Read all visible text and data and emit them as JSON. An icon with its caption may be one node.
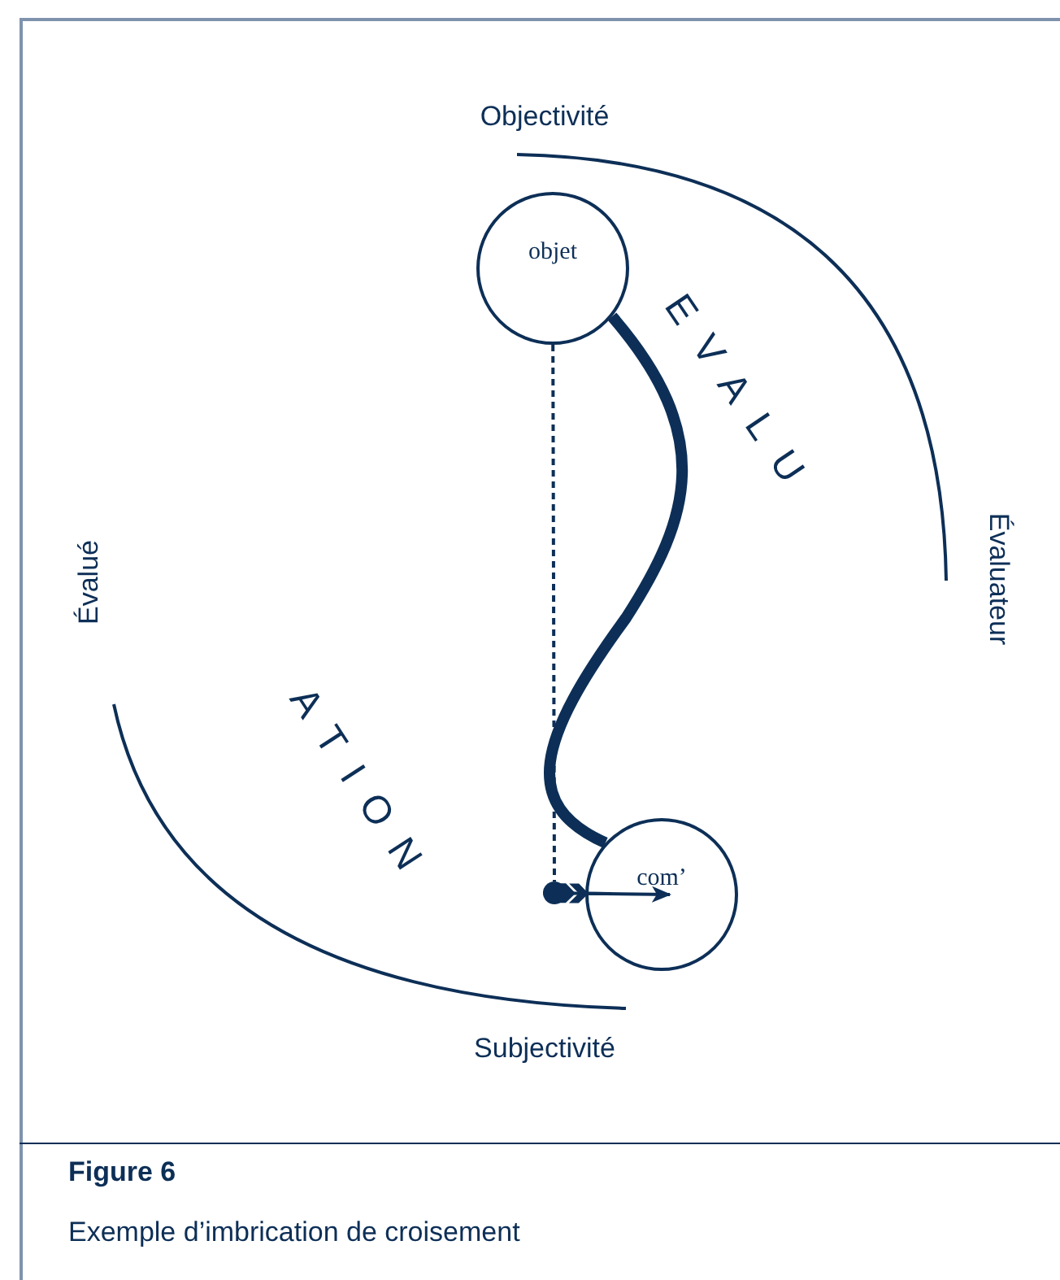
{
  "diagram": {
    "caption": "Exemple d’imbrication de croisement",
    "nodes": [
      {
        "text": [
          "objet"
        ]
      },
      {
        "text": [
          "com’"
        ]
      },
      {
        "text": [],
        "shape": "circle"
      }
    ],
    "edges": [
      {
        "from": 0,
        "to": 1,
        "arrow": "none",
        "style": "thick"
      },
      {
        "from": 0,
        "to": 2,
        "arrow": "none",
        "style": "dashed"
      },
      {
        "from": 2,
        "to": 1,
        "arrow": "to"
      }
    ],
    "labels": [
      "Objectivité",
      "EVALU",
      "Évalué",
      "Évaluateur",
      "ATION",
      "Subjectivité",
      "Figure 6"
    ]
  }
}
